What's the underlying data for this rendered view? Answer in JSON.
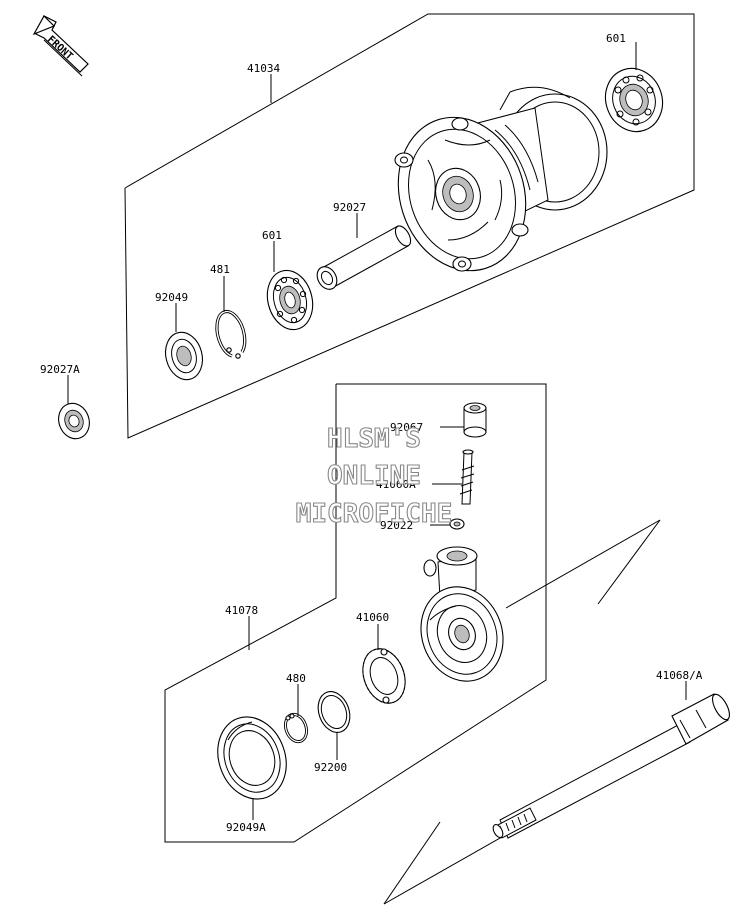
{
  "orientation": {
    "label": "FRONT"
  },
  "callouts": {
    "c41034": "41034",
    "c601_top": "601",
    "c92027": "92027",
    "c601_mid": "601",
    "c481": "481",
    "c92049": "92049",
    "c92027A": "92027A",
    "c92067": "92067",
    "c41060A": "41060A",
    "c92022": "92022",
    "c41078": "41078",
    "c41060": "41060",
    "c480": "480",
    "c92200": "92200",
    "c92049A": "92049A",
    "c41068": "41068/A"
  },
  "watermark": {
    "line1": "HLSM'S",
    "line2": "ONLINE",
    "line3": "MICROFICHE"
  }
}
